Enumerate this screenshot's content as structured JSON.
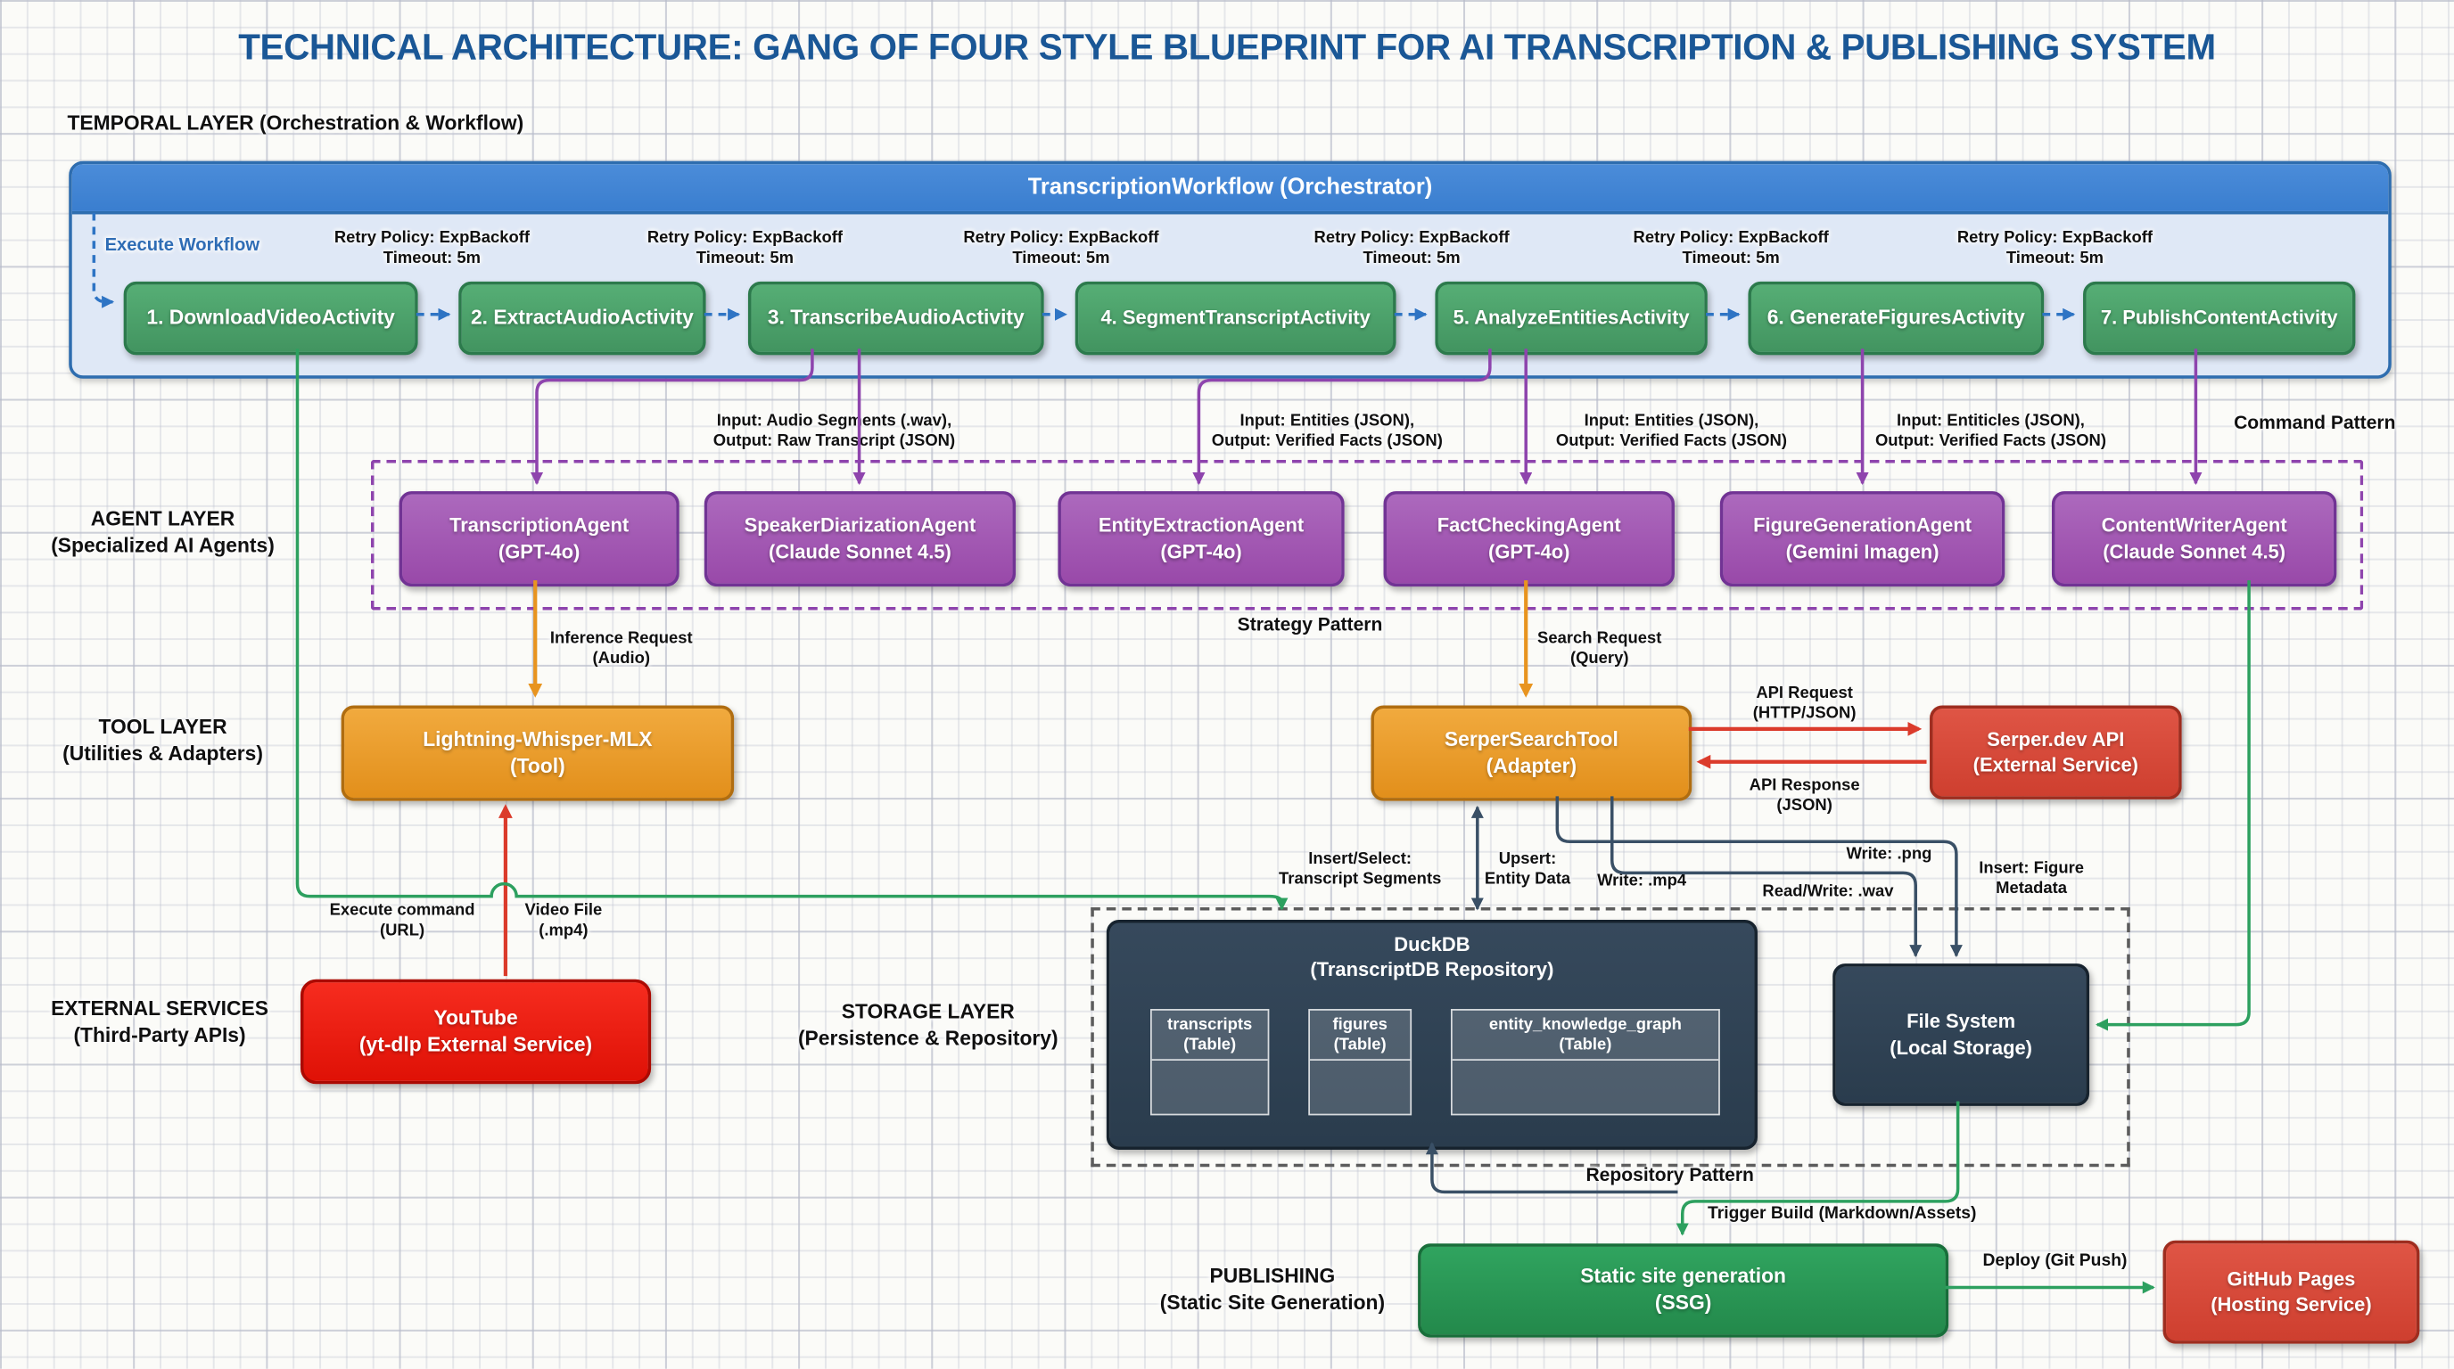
{
  "title": "TECHNICAL ARCHITECTURE: GANG OF FOUR STYLE BLUEPRINT FOR AI TRANSCRIPTION & PUBLISHING SYSTEM",
  "patterns": {
    "command": "Command Pattern",
    "strategy": "Strategy Pattern",
    "repository": "Repository Pattern"
  },
  "layers": {
    "temporal": "TEMPORAL LAYER (Orchestration & Workflow)",
    "agent": {
      "line1": "AGENT LAYER",
      "line2": "(Specialized AI Agents)"
    },
    "tool": {
      "line1": "TOOL LAYER",
      "line2": "(Utilities & Adapters)"
    },
    "external": {
      "line1": "EXTERNAL SERVICES",
      "line2": "(Third-Party APIs)"
    },
    "storage": {
      "line1": "STORAGE LAYER",
      "line2": "(Persistence & Repository)"
    },
    "publishing": {
      "line1": "PUBLISHING",
      "line2": "(Static Site Generation)"
    }
  },
  "workflow": {
    "header": "TranscriptionWorkflow (Orchestrator)",
    "execute_label": "Execute Workflow",
    "retry": {
      "line1": "Retry Policy: ExpBackoff",
      "line2": "Timeout: 5m"
    },
    "activities": [
      "1. DownloadVideoActivity",
      "2. ExtractAudioActivity",
      "3. TranscribeAudioActivity",
      "4. SegmentTranscriptActivity",
      "5. AnalyzeEntitiesActivity",
      "6. GenerateFiguresActivity",
      "7. PublishContentActivity"
    ]
  },
  "io_labels": [
    {
      "line1": "Input: Audio Segments (.wav),",
      "line2": "Output: Raw Transcript (JSON)"
    },
    {
      "line1": "Input: Entities (JSON),",
      "line2": "Output: Verified Facts (JSON)"
    },
    {
      "line1": "Input: Entities (JSON),",
      "line2": "Output: Verified Facts (JSON)"
    },
    {
      "line1": "Input: Entiticles (JSON),",
      "line2": "Output: Verified Facts (JSON)"
    }
  ],
  "agents": [
    {
      "name": "TranscriptionAgent",
      "model": "(GPT-4o)"
    },
    {
      "name": "SpeakerDiarizationAgent",
      "model": "(Claude Sonnet 4.5)"
    },
    {
      "name": "EntityExtractionAgent",
      "model": "(GPT-4o)"
    },
    {
      "name": "FactCheckingAgent",
      "model": "(GPT-4o)"
    },
    {
      "name": "FigureGenerationAgent",
      "model": "(Gemini Imagen)"
    },
    {
      "name": "ContentWriterAgent",
      "model": "(Claude Sonnet 4.5)"
    }
  ],
  "tools": {
    "whisper": {
      "name": "Lightning-Whisper-MLX",
      "sub": "(Tool)"
    },
    "serper": {
      "name": "SerperSearchTool",
      "sub": "(Adapter)"
    }
  },
  "services": {
    "serper_api": {
      "name": "Serper.dev API",
      "sub": "(External Service)"
    },
    "youtube": {
      "name": "YouTube",
      "sub": "(yt-dlp External Service)"
    },
    "github": {
      "name": "GitHub Pages",
      "sub": "(Hosting Service)"
    }
  },
  "storage": {
    "duckdb": {
      "name": "DuckDB",
      "sub": "(TranscriptDB Repository)"
    },
    "tables": [
      {
        "name": "transcripts",
        "sub": "(Table)"
      },
      {
        "name": "figures",
        "sub": "(Table)"
      },
      {
        "name": "entity_knowledge_graph",
        "sub": "(Table)"
      }
    ],
    "filesystem": {
      "name": "File System",
      "sub": "(Local Storage)"
    }
  },
  "publishing": {
    "ssg": {
      "name": "Static site generation",
      "sub": "(SSG)"
    }
  },
  "flows": {
    "inference": {
      "line1": "Inference Request",
      "line2": "(Audio)"
    },
    "search": {
      "line1": "Search Request",
      "line2": "(Query)"
    },
    "api_request": {
      "line1": "API Request",
      "line2": "(HTTP/JSON)"
    },
    "api_response": {
      "line1": "API Response",
      "line2": "(JSON)"
    },
    "execute_command": {
      "line1": "Execute command",
      "line2": "(URL)"
    },
    "video_file": {
      "line1": "Video File",
      "line2": "(.mp4)"
    },
    "insert_select": {
      "line1": "Insert/Select:",
      "line2": "Transcript Segments"
    },
    "upsert": {
      "line1": "Upsert:",
      "line2": "Entity Data"
    },
    "write_mp4": "Write: .mp4",
    "write_png": "Write: .png",
    "rw_wav": "Read/Write: .wav",
    "insert_figure": {
      "line1": "Insert: Figure",
      "line2": "Metadata"
    },
    "trigger_build": "Trigger Build (Markdown/Assets)",
    "deploy": "Deploy (Git Push)"
  },
  "colors": {
    "title_blue": "#1a5796",
    "workflow_blue": "#3f83d4",
    "activity_green": "#4aa367",
    "agent_purple": "#9f55b0",
    "tool_orange": "#e9991f",
    "service_red": "#d6483a",
    "youtube_red": "#ee1c0f",
    "storage_dark": "#2f4355",
    "publish_green": "#28994f"
  }
}
